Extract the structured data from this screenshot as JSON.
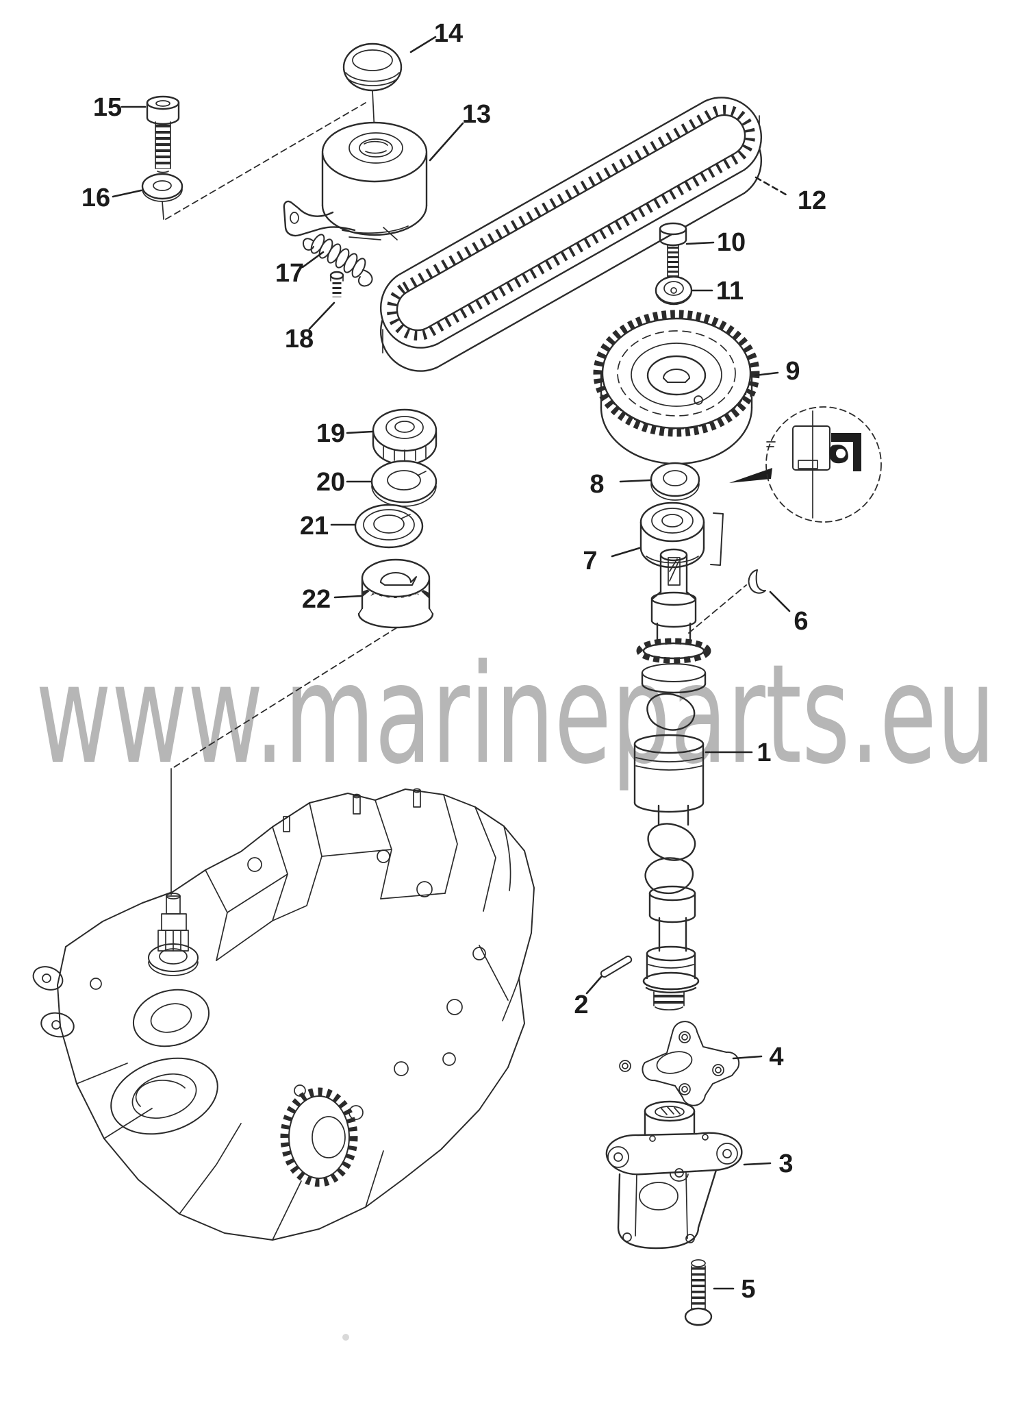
{
  "watermark": {
    "text": "www.marineparts.eu"
  },
  "callouts": {
    "1": {
      "label": "1"
    },
    "2": {
      "label": "2"
    },
    "3": {
      "label": "3"
    },
    "4": {
      "label": "4"
    },
    "5": {
      "label": "5"
    },
    "6": {
      "label": "6"
    },
    "7": {
      "label": "7"
    },
    "8": {
      "label": "8"
    },
    "9": {
      "label": "9"
    },
    "10": {
      "label": "10"
    },
    "11": {
      "label": "11"
    },
    "12": {
      "label": "12"
    },
    "13": {
      "label": "13"
    },
    "14": {
      "label": "14"
    },
    "15": {
      "label": "15"
    },
    "16": {
      "label": "16"
    },
    "17": {
      "label": "17"
    },
    "18": {
      "label": "18"
    },
    "19": {
      "label": "19"
    },
    "20": {
      "label": "20"
    },
    "21": {
      "label": "21"
    },
    "22": {
      "label": "22"
    }
  }
}
